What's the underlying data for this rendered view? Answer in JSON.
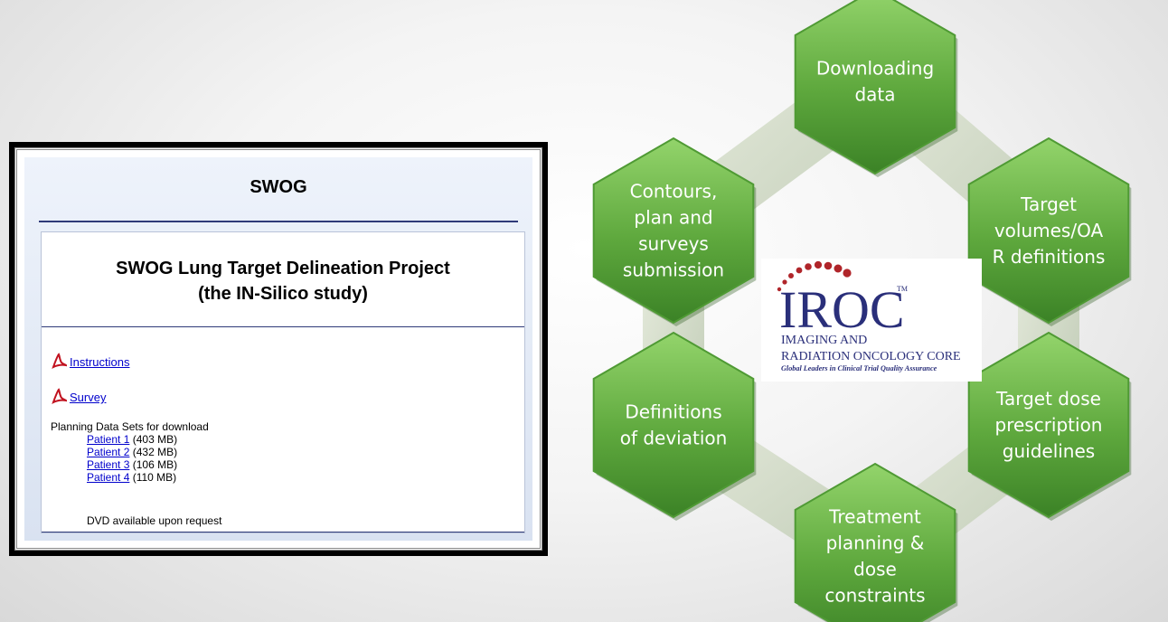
{
  "site": {
    "title": "SWOG",
    "heading_line1": "SWOG Lung Target Delineation Project",
    "heading_line2": "(the IN-Silico study)",
    "links": [
      {
        "label": "Instructions",
        "icon": "pdf-icon"
      },
      {
        "label": "Survey",
        "icon": "pdf-icon"
      }
    ],
    "planning_label": "Planning Data Sets for download",
    "patients": [
      {
        "label": "Patient 1",
        "size": "(403 MB)"
      },
      {
        "label": "Patient 2",
        "size": "(432 MB)"
      },
      {
        "label": "Patient 3",
        "size": "(106 MB)"
      },
      {
        "label": "Patient 4",
        "size": "(110 MB)"
      }
    ],
    "dvd_note": "DVD available upon request"
  },
  "cycle": {
    "steps": [
      [
        "Downloading",
        "data"
      ],
      [
        "Target",
        "volumes/OA",
        "R definitions"
      ],
      [
        "Target dose",
        "prescription",
        "guidelines"
      ],
      [
        "Treatment",
        "planning &",
        "dose",
        "constraints"
      ],
      [
        "Definitions",
        "of deviation"
      ],
      [
        "Contours,",
        "plan and",
        "surveys",
        "submission"
      ]
    ]
  },
  "logo": {
    "wordmark": "IROC",
    "tm": "TM",
    "line1": "IMAGING AND",
    "line2": "RADIATION ONCOLOGY CORE",
    "tagline": "Global Leaders in Clinical Trial Quality Assurance"
  },
  "colors": {
    "hex_top": "#8fcf68",
    "hex_bottom": "#3f8a2a",
    "connector": "#cfd8c6",
    "logo_red": "#b0252a",
    "logo_blue": "#2a2f7a",
    "link": "#0000cc"
  }
}
